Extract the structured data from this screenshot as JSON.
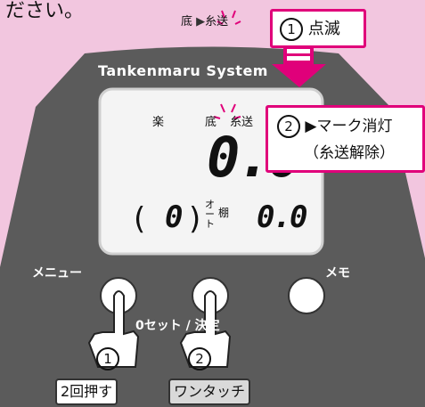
{
  "intro_text": "ださい。",
  "device": {
    "brand": "Tankenmaru System",
    "btn_left_label": "メニュー",
    "btn_right_label": "メモ",
    "btn_center_label": "0セット / 決定"
  },
  "lcd": {
    "raku": "楽",
    "soko": "底",
    "itoso": "糸送",
    "main_value": "0.0",
    "paren": "(",
    "tana_value": "0",
    "auto_label": "オート",
    "tana_label": "棚",
    "right_value": "0.0"
  },
  "top_indicator": {
    "soko": "底",
    "arrow": "▶",
    "itoso": "糸送"
  },
  "callout1": {
    "num": "1",
    "text": "点滅"
  },
  "callout2": {
    "num": "2",
    "line1": "▶マーク消灯",
    "line2": "（糸送解除）"
  },
  "steps": [
    {
      "num": "1",
      "action": "2回押す"
    },
    {
      "num": "2",
      "action": "ワンタッチ"
    }
  ],
  "colors": {
    "background": "#f2c6df",
    "accent": "#e0007a",
    "body": "#5b5b5b",
    "lcd": "#f4f4f4"
  }
}
